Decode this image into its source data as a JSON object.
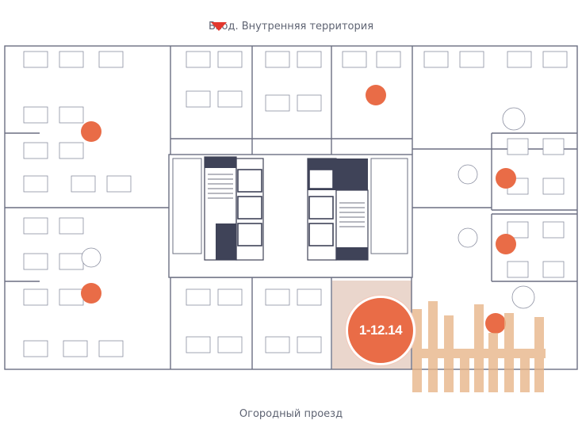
{
  "labels": {
    "top_entrance": "Вход. Внутренняя территория",
    "bottom_street": "Огородный проезд",
    "unit_number": "1-12.14"
  },
  "icons": {
    "entrance_marker": "down-triangle-icon",
    "zone_marker": "orange-dot-icon",
    "logo": "building-logo-icon"
  },
  "colors": {
    "wall": "#6b6f82",
    "core": "#3f4358",
    "accent": "#e96c47",
    "entrance_arrow": "#e3372d",
    "highlight_zone": "#ead6cc",
    "logo": "#e7b487",
    "text": "#5f6473"
  }
}
